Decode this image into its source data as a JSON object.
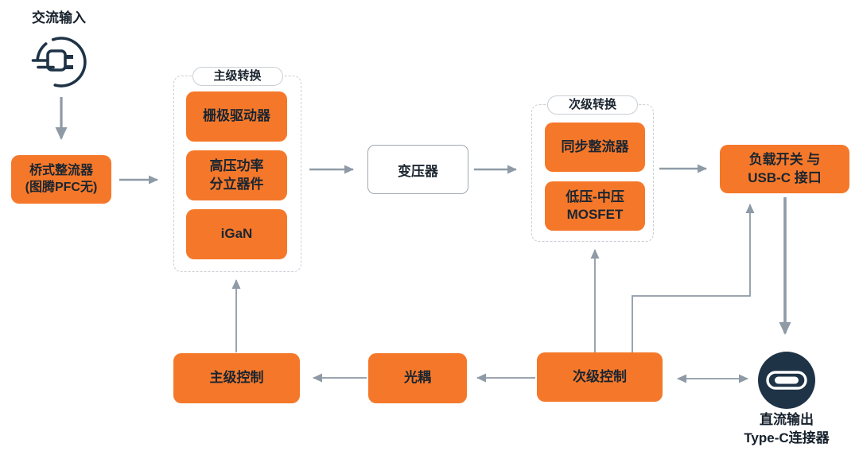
{
  "colors": {
    "orange": "#F5782A",
    "navy": "#1F3347",
    "arrow": "#8E9AA6",
    "textDark": "#1B2530"
  },
  "nodes": {
    "ac_input_label": "交流输入",
    "bridge_rectifier": "桥式整流器\n(图腾PFC无)",
    "primary_group_title": "主级转换",
    "gate_driver": "栅极驱动器",
    "hv_power_discretes": "高压功率\n分立器件",
    "igan": "iGaN",
    "transformer": "变压器",
    "secondary_group_title": "次级转换",
    "sync_rectifier": "同步整流器",
    "lv_mv_mosfet": "低压-中压\nMOSFET",
    "load_switch_usbc": "负载开关 与\nUSB-C 接口",
    "primary_control": "主级控制",
    "optocoupler": "光耦",
    "secondary_control": "次级控制",
    "dc_output_label": "直流输出\nType-C连接器"
  },
  "icons": {
    "ac_plug_icon": "ac-plug-in-circle",
    "usb_c_icon": "usb-c-connector-in-circle"
  },
  "connections": [
    "交流输入 → 桥式整流器(图腾PFC无)",
    "桥式整流器(图腾PFC无) → 主级转换",
    "主级转换 → 变压器",
    "变压器 → 次级转换",
    "次级转换 → 负载开关 与 USB-C 接口",
    "负载开关 与 USB-C 接口 → 直流输出 Type-C连接器",
    "次级控制 → 负载开关 与 USB-C 接口",
    "次级控制 → 次级转换",
    "次级控制 ↔ 直流输出 Type-C连接器",
    "次级控制 → 光耦",
    "光耦 → 主级控制",
    "主级控制 → 主级转换"
  ]
}
